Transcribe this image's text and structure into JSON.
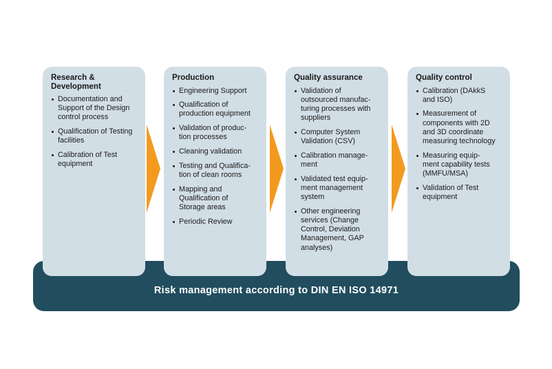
{
  "colors": {
    "card_bg": "#d2dee6",
    "arrow": "#f39a1e",
    "base_bar": "#214d5e",
    "base_text": "#ffffff"
  },
  "stages": [
    {
      "title": "Research &\nDevelopment",
      "items": [
        "Documentation and\nSupport of the Design\ncontrol process",
        "Qualification of Testing\nfacilities",
        "Calibration of Test\nequipment"
      ]
    },
    {
      "title": "Production",
      "items": [
        "Engineering Support",
        "Qualification of\nproduction equipment",
        "Validation of produc-\ntion processes",
        "Cleaning validation",
        "Testing and Qualifica-\ntion of clean rooms",
        "Mapping and\nQualification of\nStorage areas",
        "Periodic Review"
      ]
    },
    {
      "title": "Quality assurance",
      "items": [
        "Validation of\noutsourced manufac-\nturing processes with\nsuppliers",
        "Computer System\nValidation (CSV)",
        "Calibration manage-\nment",
        "Validated test equip-\nment management\nsystem",
        "Other engineering\nservices (Change\nControl, Deviation\nManagement, GAP\nanalyses)"
      ]
    },
    {
      "title": "Quality control",
      "items": [
        "Calibration (DAkkS\nand ISO)",
        "Measurement of\ncomponents with 2D\nand 3D coordinate\nmeasuring technology",
        "Measuring equip-\nment capability tests\n(MMFU/MSA)",
        "Validation of Test\nequipment"
      ]
    }
  ],
  "arrows": [
    "arrow-right-icon",
    "arrow-right-icon",
    "arrow-right-icon"
  ],
  "base": {
    "label": "Risk management according to DIN EN ISO 14971"
  }
}
